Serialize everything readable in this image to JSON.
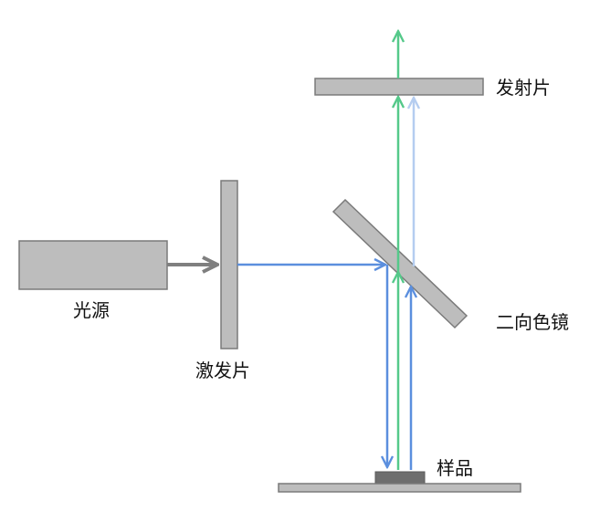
{
  "labels": {
    "light_source": "光源",
    "excitation_filter": "激发片",
    "dichroic_mirror": "二向色镜",
    "emission_filter": "发射片",
    "sample": "样品"
  },
  "colors": {
    "component_fill": "#bdbdbd",
    "component_stroke": "#7a7a7a",
    "gray_beam": "#7f7f7f",
    "excitation_beam": "#5b8fde",
    "emission_beam": "#55c98a",
    "reflected_beam": "#b5cdf0",
    "sample_fill": "#6e6e6e"
  }
}
